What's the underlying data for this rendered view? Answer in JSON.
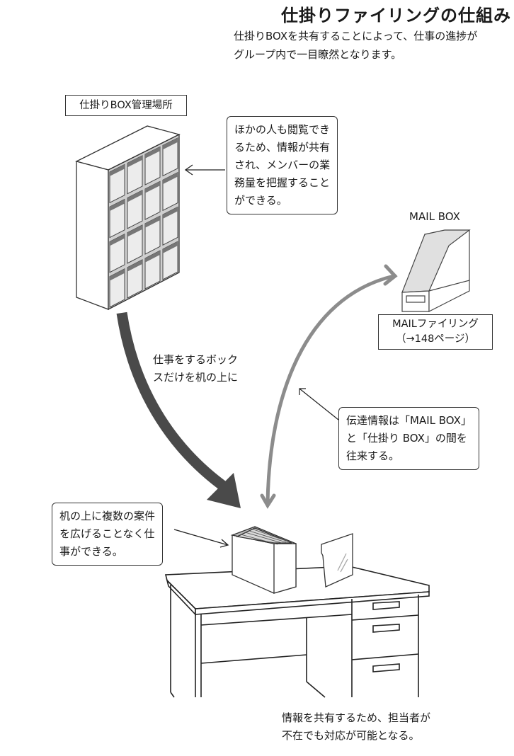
{
  "title": "仕掛りファイリングの仕組み",
  "subtitle": {
    "lines": [
      "仕掛りBOXを共有することによって、仕事の進捗が",
      "グループ内で一目瞭然となります。"
    ]
  },
  "storage_label": "仕掛りBOX管理場所",
  "callouts": {
    "shared_view": {
      "lines": [
        "ほかの人も閲覧でき",
        "るため、情報が共有",
        "され、メンバーの業",
        "務量を把握すること",
        "ができる。"
      ]
    },
    "mail_exchange": {
      "lines": [
        "伝達情報は「MAIL BOX」",
        "と「仕掛り BOX」の間を",
        "往来する。"
      ]
    },
    "desk_work": {
      "lines": [
        "机の上に複数の案件",
        "を広げることなく仕",
        "事ができる。"
      ]
    }
  },
  "mailbox": {
    "title": "MAIL BOX",
    "ref_lines": [
      "MAILファイリング",
      "（→148ページ）"
    ]
  },
  "arrow_label": {
    "lines": [
      "仕事をするボック",
      "スだけを机の上に"
    ]
  },
  "footer_note": {
    "lines": [
      "情報を共有するため、担当者が",
      "不在でも対応が可能となる。"
    ]
  },
  "colors": {
    "ink": "#1a1a1a",
    "dark_arrow": "#4a4a4a",
    "gray_arrow": "#8c8c8c",
    "box_fill": "#e8e8e8"
  }
}
